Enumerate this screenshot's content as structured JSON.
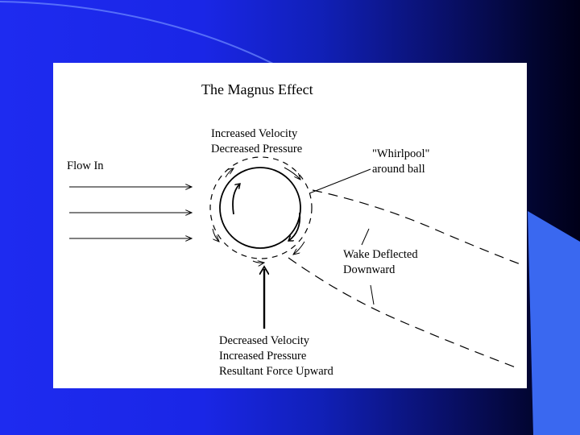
{
  "diagram": {
    "title": "The Magnus Effect",
    "labels": {
      "top": [
        "Increased Velocity",
        "Decreased Pressure"
      ],
      "flow_in": "Flow In",
      "whirlpool": [
        "\"Whirlpool\"",
        "around ball"
      ],
      "wake": [
        "Wake Deflected",
        "Downward"
      ],
      "bottom": [
        "Decreased Velocity",
        "Increased Pressure",
        "Resultant Force Upward"
      ]
    }
  },
  "colors": {
    "background_left": "#1e2bf0",
    "background_right": "#000018",
    "panel": "#ffffff",
    "accent_shape": "#3a68f0"
  }
}
